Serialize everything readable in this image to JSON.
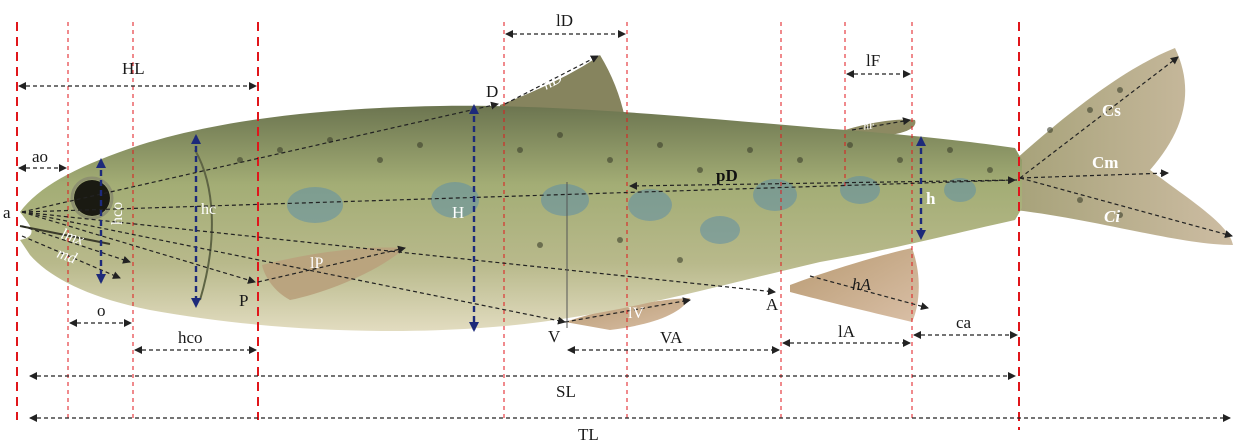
{
  "labels": {
    "a": "a",
    "ao": "ao",
    "HL": "HL",
    "hco_eye": "hco",
    "hc": "hc",
    "lmx": "lmx",
    "md": "md",
    "o": "o",
    "hco_bottom": "hco",
    "P": "P",
    "lP": "lP",
    "D": "D",
    "lD": "lD",
    "hD": "hD",
    "H": "H",
    "V": "V",
    "lV": "lV",
    "VA": "VA",
    "pD": "pD",
    "A": "A",
    "hA": "hA",
    "lA": "lA",
    "lF": "lF",
    "hF": "hF",
    "h": "h",
    "ca": "ca",
    "Cs": "Cs",
    "Cm": "Cm",
    "Ci": "Ci",
    "SL": "SL",
    "TL": "TL"
  },
  "colors": {
    "reference_line": "#e0161b",
    "measure_line": "#222222",
    "height_line": "#1d2a7a",
    "fish_body": "#9aa968",
    "fish_belly": "#d8d2a8",
    "fish_back": "#6f7a52",
    "fin": "#c7a58a"
  }
}
